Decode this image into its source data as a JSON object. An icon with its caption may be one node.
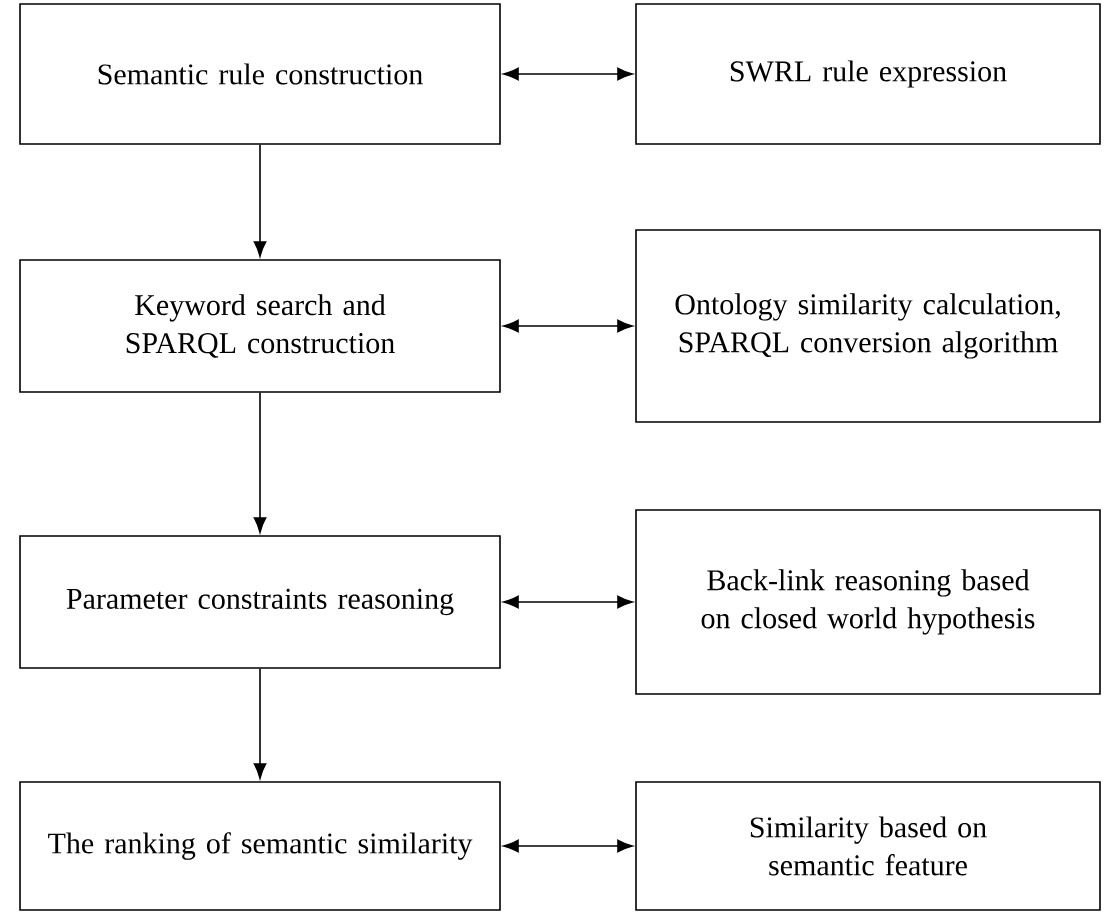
{
  "diagram": {
    "nodes": [
      {
        "text": [
          "Semantic rule construction"
        ]
      },
      {
        "text": [
          "SWRL rule expression"
        ]
      },
      {
        "text": [
          "Keyword search and SPARQL construction"
        ]
      },
      {
        "text": [
          "Ontology similarity calculation, SPARQL conversion algorithm"
        ]
      },
      {
        "text": [
          "Parameter constraints reasoning"
        ]
      },
      {
        "text": [
          "Back-link reasoning based on closed world hypothesis"
        ]
      },
      {
        "text": [
          "The ranking of semantic similarity"
        ]
      },
      {
        "text": [
          "Similarity based on semantic feature"
        ]
      }
    ],
    "edges": [
      {
        "from": 0,
        "to": 1,
        "arrow": "both"
      },
      {
        "from": 0,
        "to": 2,
        "arrow": "to"
      },
      {
        "from": 2,
        "to": 3,
        "arrow": "both"
      },
      {
        "from": 2,
        "to": 4,
        "arrow": "to"
      },
      {
        "from": 4,
        "to": 5,
        "arrow": "both"
      },
      {
        "from": 4,
        "to": 6,
        "arrow": "to"
      },
      {
        "from": 6,
        "to": 7,
        "arrow": "both"
      }
    ]
  }
}
